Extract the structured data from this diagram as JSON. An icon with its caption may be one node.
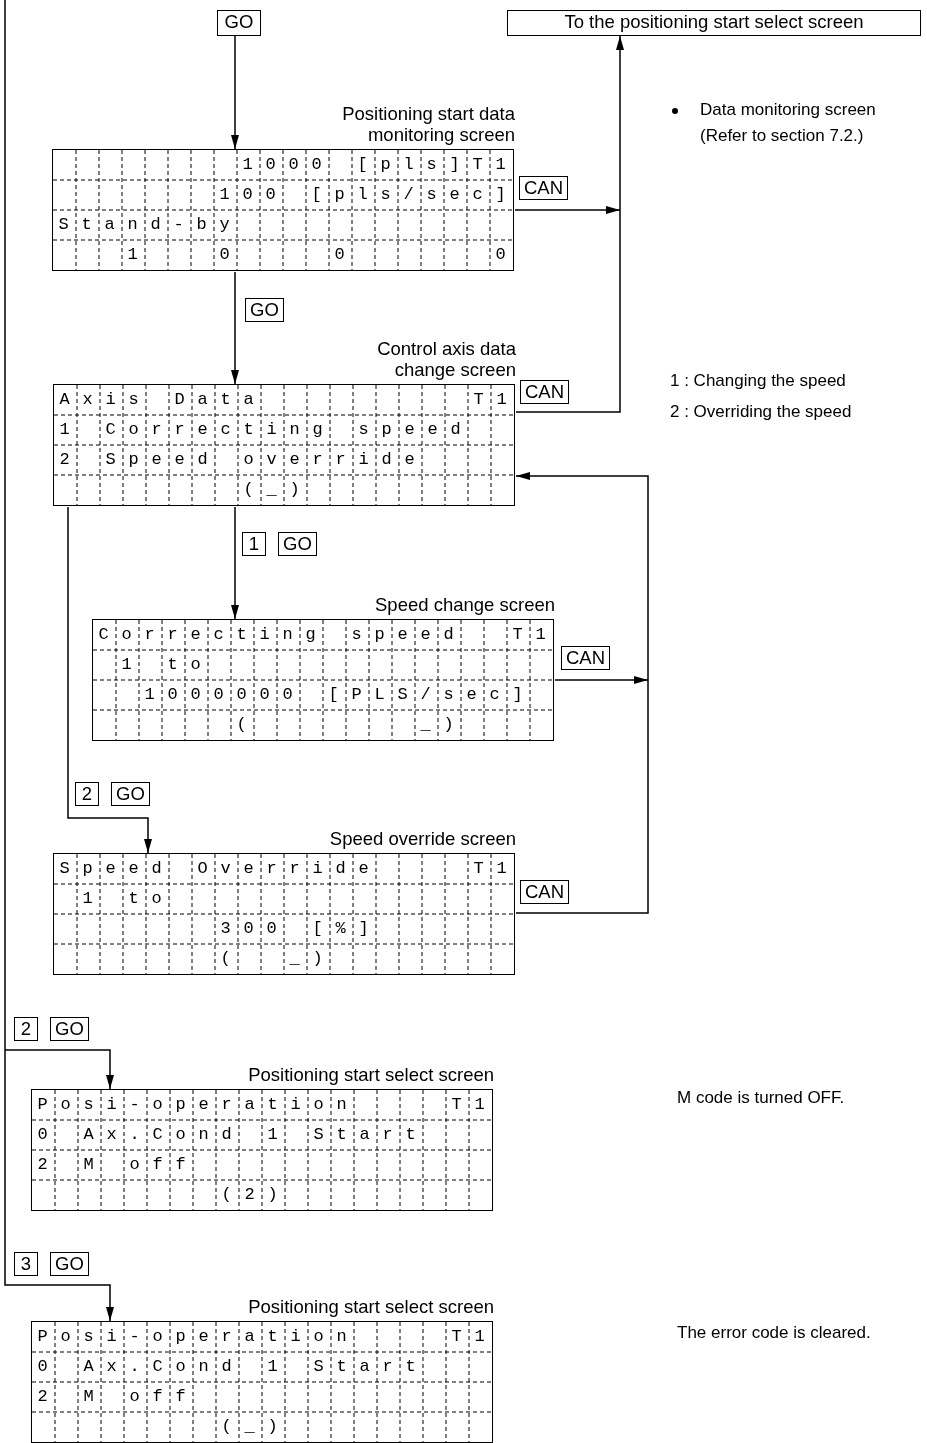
{
  "diagram": {
    "nodes": [
      {
        "text": [
          "GO"
        ]
      },
      {
        "text": [
          "To the positioning start select screen"
        ]
      },
      {
        "text": [
          "Positioning start data monitoring screen",
          "        1000 [pls]T1",
          "       100 [pls/sec]",
          "Stand-by            ",
          "   1   0    0      0"
        ]
      },
      {
        "text": [
          "Control axis data change screen",
          "Axis Data         T1",
          "1 Correcting speed  ",
          "2 Speed override    ",
          "        (_)         "
        ]
      },
      {
        "text": [
          "Speed change screen",
          "Correcting speed  T1",
          " 1 to               ",
          "  1000000 [PLS/sec] ",
          "      (       _)    "
        ]
      },
      {
        "text": [
          "Speed override screen",
          "Speed Override    T1",
          " 1 to               ",
          "       300 [%]      ",
          "       (  _)        "
        ]
      },
      {
        "text": [
          "Positioning start select screen",
          "Posi-operation    T1",
          "0 Ax.Cond 1 Start   ",
          "2 M off             ",
          "        (2)         "
        ]
      },
      {
        "text": [
          "Positioning start select screen",
          "Posi-operation    T1",
          "0 Ax.Cond 1 Start   ",
          "2 M off             ",
          "        (_)         "
        ]
      }
    ],
    "edges": [
      {
        "from": 0,
        "to": 2,
        "arrow": "to"
      },
      {
        "from": 2,
        "to": 1,
        "arrow": "to",
        "label": "CAN"
      },
      {
        "from": 3,
        "to": 1,
        "arrow": "to",
        "label": "CAN"
      },
      {
        "from": 2,
        "to": 3,
        "arrow": "to",
        "label": "GO"
      },
      {
        "from": 3,
        "to": 4,
        "arrow": "to",
        "label": "1 GO"
      },
      {
        "from": 3,
        "to": 5,
        "arrow": "to",
        "label": "2 GO"
      },
      {
        "from": 4,
        "to": 3,
        "arrow": "to",
        "label": "CAN"
      },
      {
        "from": 5,
        "to": 3,
        "arrow": "to",
        "label": "CAN"
      },
      {
        "from": null,
        "to": 6,
        "arrow": "to",
        "label": "2 GO"
      },
      {
        "from": null,
        "to": 7,
        "arrow": "to",
        "label": "3 GO"
      }
    ],
    "labels": [
      "Data monitoring screen (Refer to section 7.2.)",
      "1 : Changing the speed",
      "2 : Overriding the speed",
      "M code is turned OFF.",
      "The error code is cleared."
    ]
  }
}
